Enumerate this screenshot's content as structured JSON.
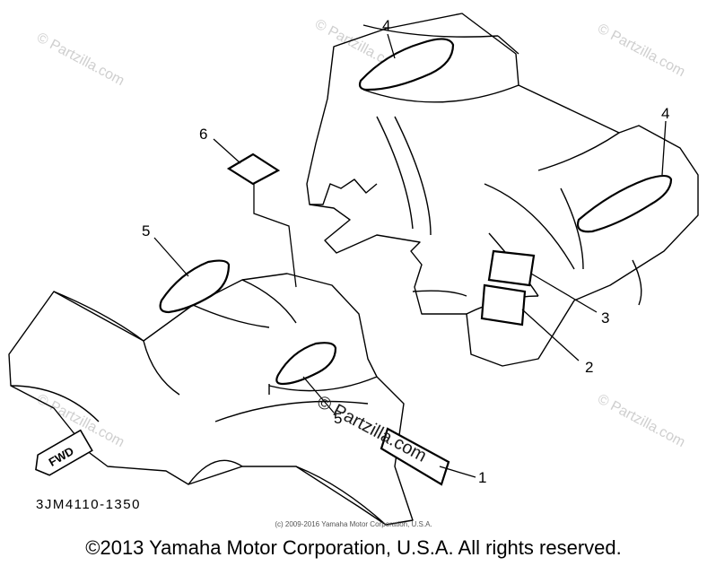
{
  "callouts": {
    "c1": "1",
    "c2": "2",
    "c3": "3",
    "c4a": "4",
    "c4b": "4",
    "c5a": "5",
    "c5b": "5",
    "c6": "6"
  },
  "fwd_label": "FWD",
  "part_code": "3JM4110-1350",
  "small_credit": "(c) 2009-2016 Yamaha Motor Corporation, U.S.A.",
  "watermark": "© Partzilla.com",
  "center_watermark": "© Partzilla.com",
  "footer": "©2013 Yamaha Motor Corporation, U.S.A. All rights reserved."
}
